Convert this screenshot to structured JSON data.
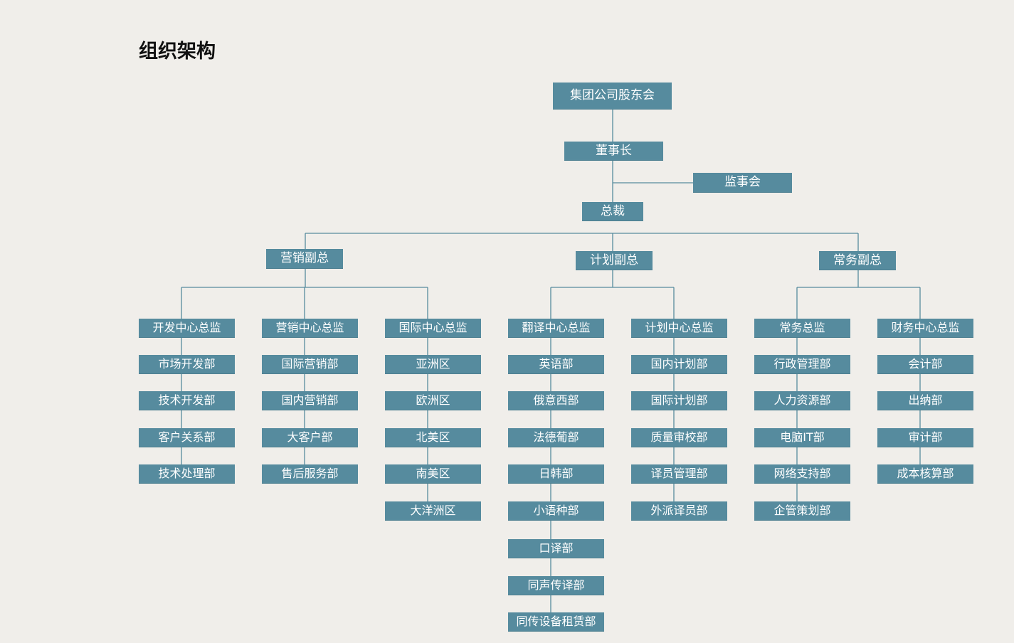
{
  "page": {
    "title": "组织架构"
  },
  "org": {
    "root": "集团公司股东会",
    "chairman": "董事长",
    "supervisors": "监事会",
    "president": "总裁",
    "vps": [
      {
        "label": "营销副总",
        "directors": [
          {
            "label": "开发中心总监",
            "depts": [
              "市场开发部",
              "技术开发部",
              "客户关系部",
              "技术处理部"
            ]
          },
          {
            "label": "营销中心总监",
            "depts": [
              "国际营销部",
              "国内营销部",
              "大客户部",
              "售后服务部"
            ]
          },
          {
            "label": "国际中心总监",
            "depts": [
              "亚洲区",
              "欧洲区",
              "北美区",
              "南美区",
              "大洋洲区"
            ]
          }
        ]
      },
      {
        "label": "计划副总",
        "directors": [
          {
            "label": "翻译中心总监",
            "depts": [
              "英语部",
              "俄意西部",
              "法德葡部",
              "日韩部",
              "小语种部",
              "口译部",
              "同声传译部",
              "同传设备租赁部"
            ]
          },
          {
            "label": "计划中心总监",
            "depts": [
              "国内计划部",
              "国际计划部",
              "质量审校部",
              "译员管理部",
              "外派译员部"
            ]
          }
        ]
      },
      {
        "label": "常务副总",
        "directors": [
          {
            "label": "常务总监",
            "depts": [
              "行政管理部",
              "人力资源部",
              "电脑IT部",
              "网络支持部",
              "企管策划部"
            ]
          },
          {
            "label": "财务中心总监",
            "depts": [
              "会计部",
              "出纳部",
              "审计部",
              "成本核算部"
            ]
          }
        ]
      }
    ]
  },
  "colors": {
    "box": "#568b9e",
    "line": "#568b9e",
    "text": "#ffffff",
    "background": "#f0eeea"
  }
}
